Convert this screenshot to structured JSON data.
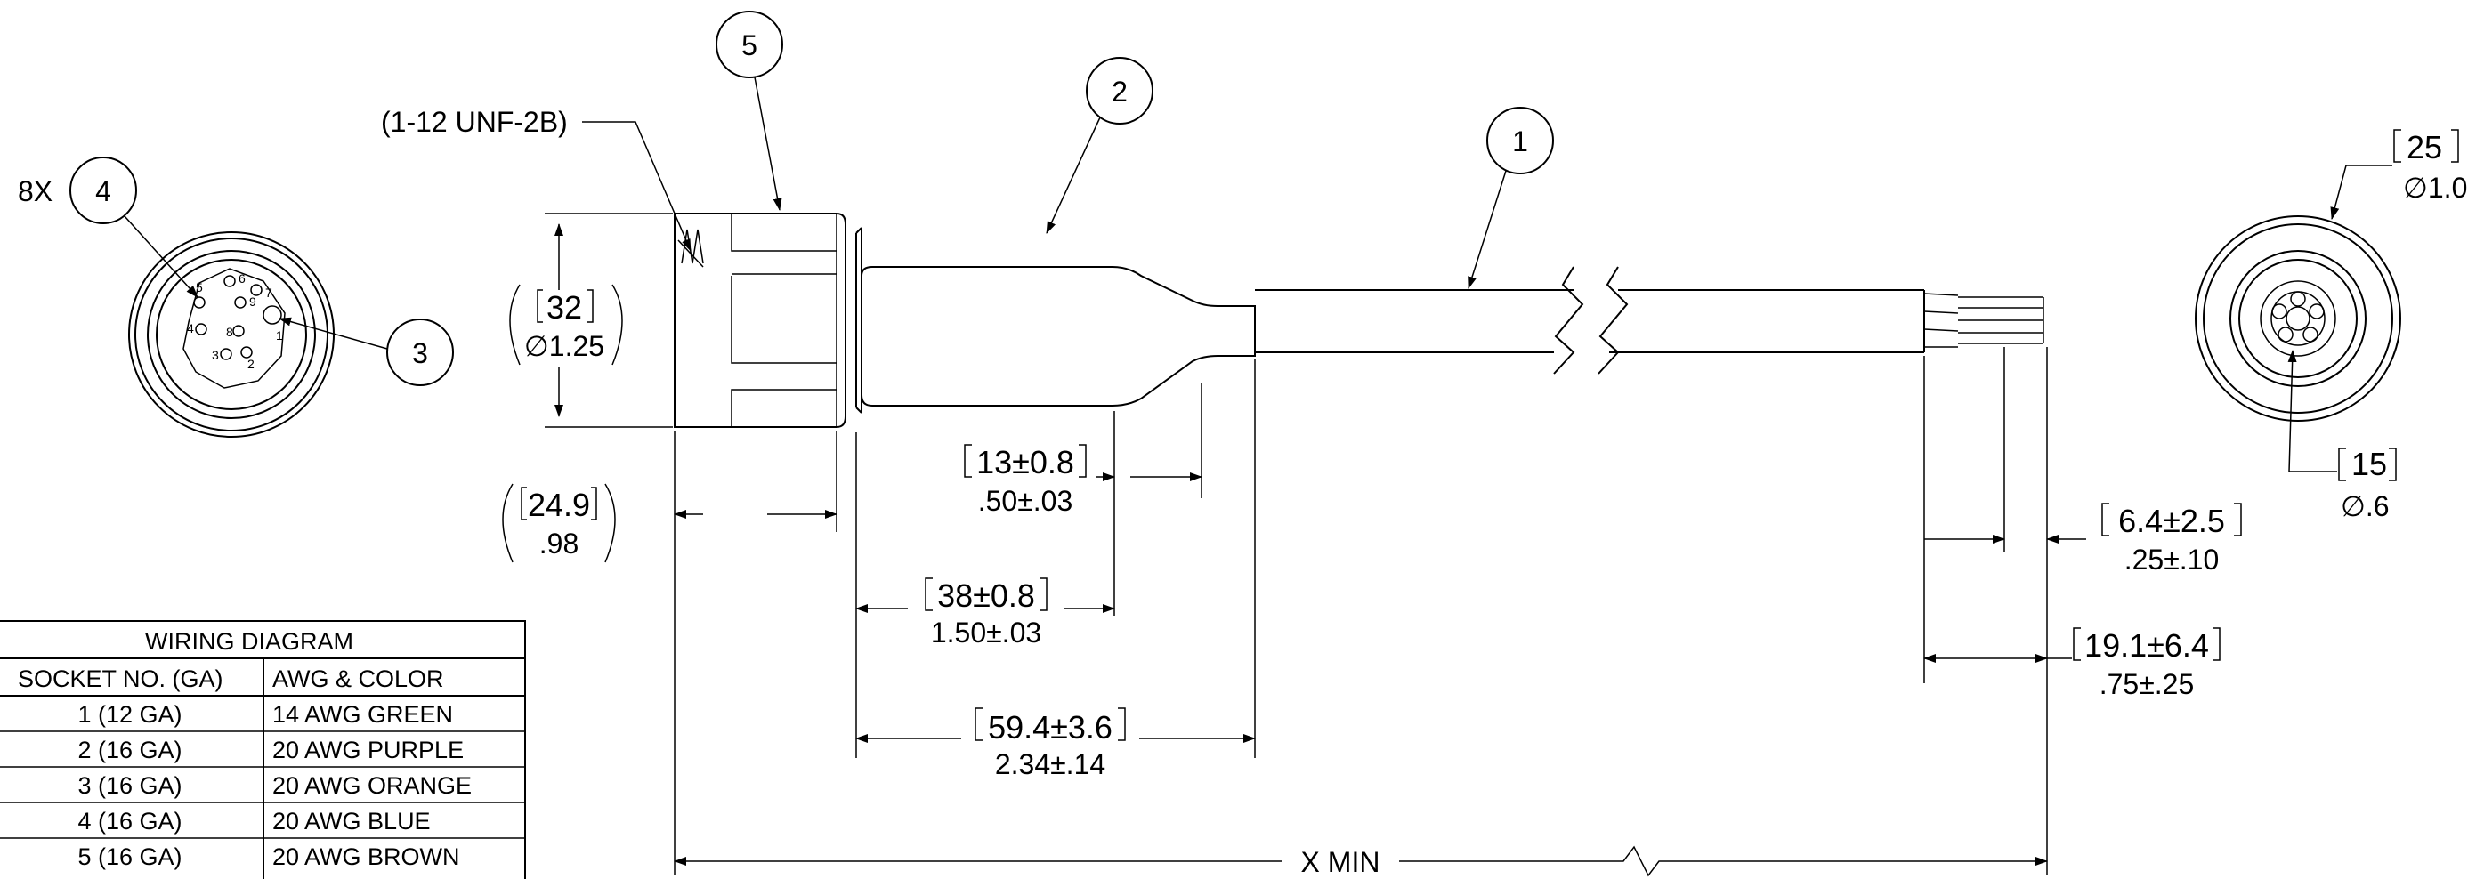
{
  "balloons": {
    "b1": "1",
    "b2": "2",
    "b3": "3",
    "b4": "4",
    "b5": "5"
  },
  "callouts": {
    "thread": "(1-12 UNF-2B)",
    "qty": "8X",
    "hole_mm": "25",
    "hole_in": "∅1.0",
    "core_mm": "15",
    "core_in": "∅.6"
  },
  "pin_labels": [
    "1",
    "2",
    "3",
    "4",
    "5",
    "6",
    "7",
    "8",
    "9"
  ],
  "dimensions": {
    "body_dia_mm": "32",
    "body_dia_in": "∅1.25",
    "coupling_len_mm": "24.9",
    "coupling_len_in": ".98",
    "taper_mm": "13±0.8",
    "taper_in": ".50±.03",
    "grip_mm": "38±0.8",
    "grip_in": "1.50±.03",
    "overmold_mm": "59.4±3.6",
    "overmold_in": "2.34±.14",
    "strip_mm": "6.4±2.5",
    "strip_in": ".25±.10",
    "jacket_mm": "19.1±6.4",
    "jacket_in": ".75±.25",
    "overall": "X MIN"
  },
  "wiring_table": {
    "title": "WIRING DIAGRAM",
    "headers": [
      "SOCKET NO. (GA)",
      "AWG & COLOR"
    ],
    "rows": [
      [
        "1 (12 GA)",
        "14 AWG GREEN"
      ],
      [
        "2 (16 GA)",
        "20 AWG PURPLE"
      ],
      [
        "3 (16 GA)",
        "20 AWG ORANGE"
      ],
      [
        "4 (16 GA)",
        "20 AWG BLUE"
      ],
      [
        "5 (16 GA)",
        "20 AWG BROWN"
      ]
    ]
  }
}
